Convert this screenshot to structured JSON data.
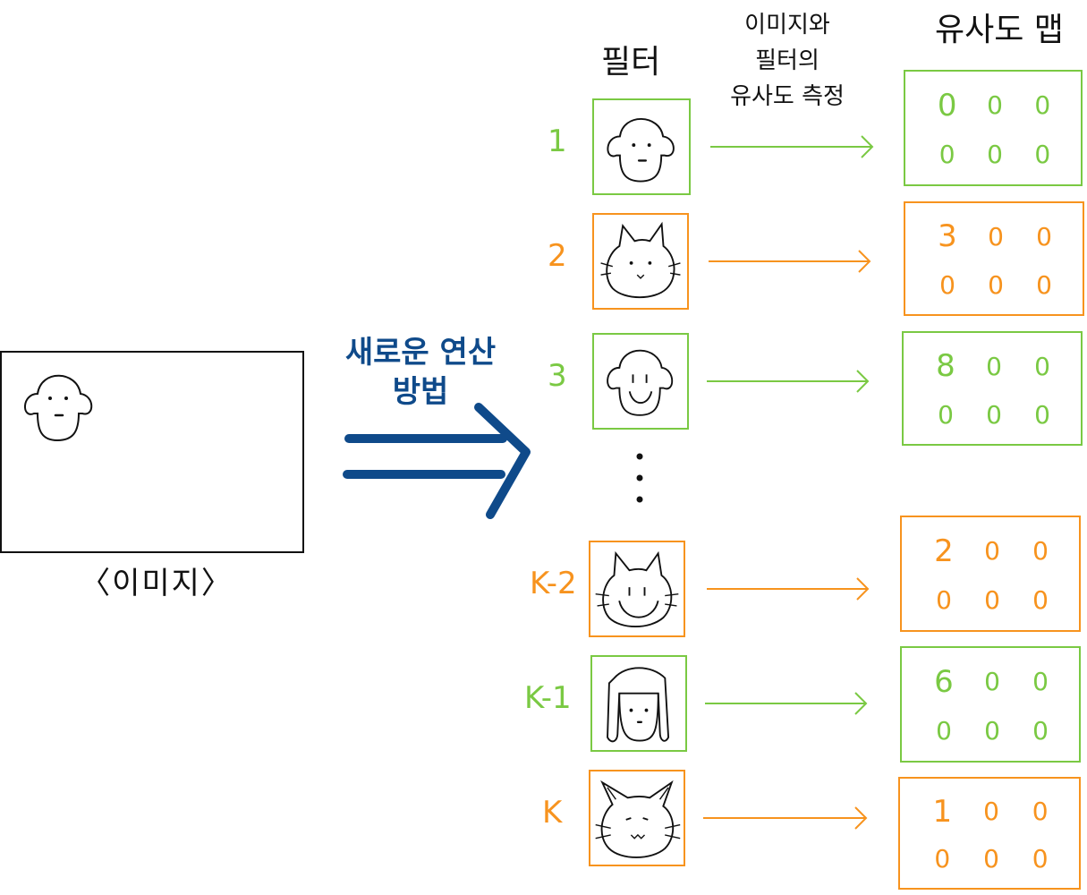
{
  "image_caption": "〈이미지〉",
  "method_label_line1": "새로운 연산",
  "method_label_line2": "방법",
  "filter_header": "필터",
  "measure_label_line1": "이미지와",
  "measure_label_line2": "필터의",
  "measure_label_line3": "유사도 측정",
  "map_header": "유사도 맵",
  "colors": {
    "green": "#7ac943",
    "orange": "#f7931e",
    "blue": "#0f4a8a"
  },
  "rows": [
    {
      "index": "1",
      "face": "dog-face-icon",
      "color": "green",
      "map": [
        "0",
        "0",
        "0",
        "0",
        "0",
        "0"
      ]
    },
    {
      "index": "2",
      "face": "cat-face-icon",
      "color": "orange",
      "map": [
        "3",
        "0",
        "0",
        "0",
        "0",
        "0"
      ]
    },
    {
      "index": "3",
      "face": "dog-smile-face-icon",
      "color": "green",
      "map": [
        "8",
        "0",
        "0",
        "0",
        "0",
        "0"
      ]
    },
    {
      "index": "K-2",
      "face": "cat-smile-face-icon",
      "color": "orange",
      "map": [
        "2",
        "0",
        "0",
        "0",
        "0",
        "0"
      ]
    },
    {
      "index": "K-1",
      "face": "long-ear-dog-face-icon",
      "color": "green",
      "map": [
        "6",
        "0",
        "0",
        "0",
        "0",
        "0"
      ]
    },
    {
      "index": "K",
      "face": "lynx-face-icon",
      "color": "orange",
      "map": [
        "1",
        "0",
        "0",
        "0",
        "0",
        "0"
      ]
    }
  ]
}
